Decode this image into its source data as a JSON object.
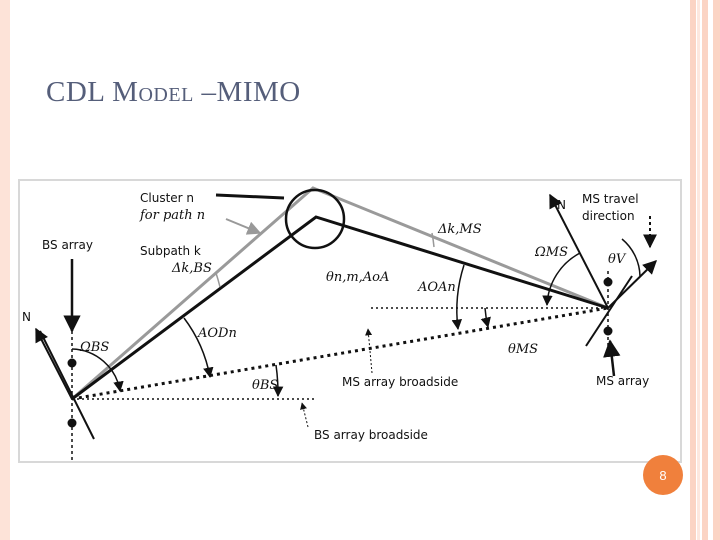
{
  "slide": {
    "title": "CDL Model –MIMO",
    "page_number": "8",
    "accent_color": "#f0803c"
  },
  "diagram": {
    "cluster_label_1": "Cluster n",
    "cluster_label_2": "for path n",
    "subpath_label": "Subpath k",
    "delta_bs": "Δk,BS",
    "delta_ms": "Δk,MS",
    "bs_array": "BS array",
    "ms_array": "MS array",
    "ms_travel_1": "MS travel",
    "ms_travel_2": "direction",
    "north": "N",
    "omega_bs": "ΩBS",
    "omega_ms": "ΩMS",
    "aod": "AODn",
    "aoa": "AOAn",
    "theta_bs": "θBS",
    "theta_ms": "θMS",
    "theta_v": "θV",
    "theta_nm": "θn,m,AoA",
    "ms_broadside": "MS array broadside",
    "bs_broadside": "BS array broadside"
  }
}
